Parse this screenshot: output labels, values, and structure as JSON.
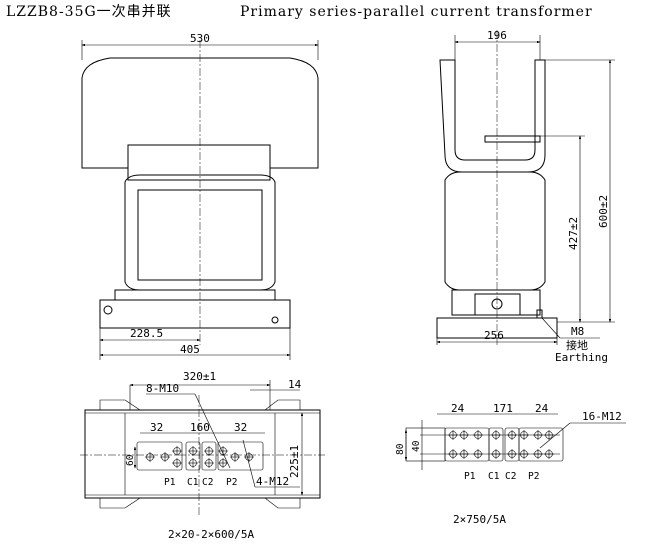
{
  "header": {
    "model": "LZZB8-35G一次串并联",
    "title": "Primary series-parallel current transformer"
  },
  "front_view": {
    "width_dim": "530",
    "offset_dim": "228.5",
    "base_dim": "405"
  },
  "side_view": {
    "width_dim": "196",
    "base_dim": "256",
    "height_427": "427±2",
    "height_600": "600±2",
    "bolt": "M8",
    "earth_cn": "接地",
    "earth_en": "Earthing"
  },
  "plan_view_left": {
    "span_dim": "320±1",
    "edge_dim": "14",
    "holes_label": "8-M10",
    "pitch_left": "32",
    "center_dim": "160",
    "pitch_right": "32",
    "row_dim": "60",
    "depth_dim": "225±1",
    "holes_label_2": "4-M12",
    "terminals": [
      "P1",
      "C1",
      "C2",
      "P2"
    ],
    "rating": "2×20-2×600/5A"
  },
  "plan_view_right": {
    "pitch_left": "24",
    "center_dim": "171",
    "pitch_right": "24",
    "holes_label": "16-M12",
    "height_outer": "80",
    "height_inner": "40",
    "terminals": [
      "P1",
      "C1",
      "C2",
      "P2"
    ],
    "rating": "2×750/5A"
  }
}
